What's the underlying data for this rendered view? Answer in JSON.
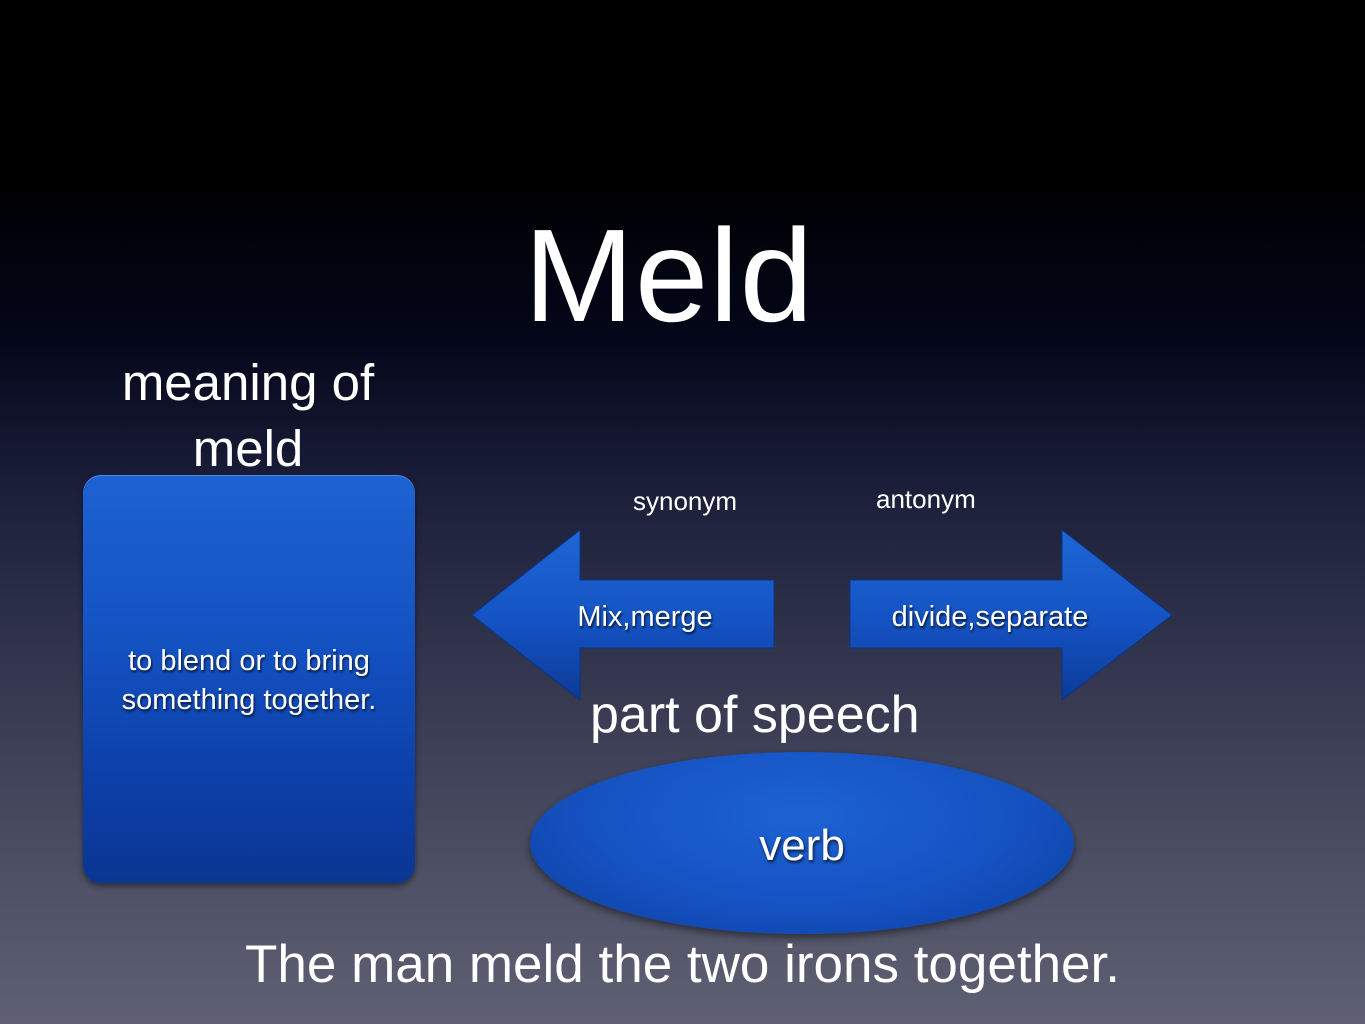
{
  "title": "Meld",
  "meaning": {
    "heading": "meaning of meld",
    "definition": "to blend or to bring something together."
  },
  "synonym": {
    "label": "synonym",
    "words": "Mix,merge"
  },
  "antonym": {
    "label": "antonym",
    "words": "divide,separate"
  },
  "part_of_speech": {
    "heading": "part of speech",
    "value": "verb"
  },
  "example_sentence": "The man meld the two irons together.",
  "colors": {
    "shape_blue": "#1452c2",
    "text": "#ffffff"
  }
}
